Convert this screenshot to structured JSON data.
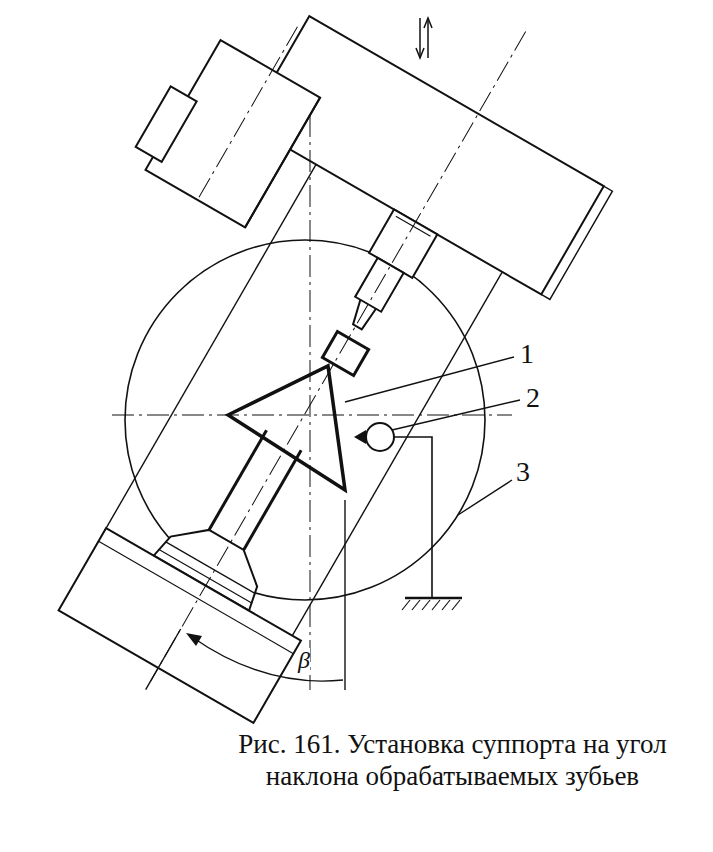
{
  "diagram": {
    "caption": "Рис. 161. Установка суппорта на угол наклона обрабатываемых зубьев",
    "labels": [
      "1",
      "2",
      "3",
      "β"
    ]
  }
}
